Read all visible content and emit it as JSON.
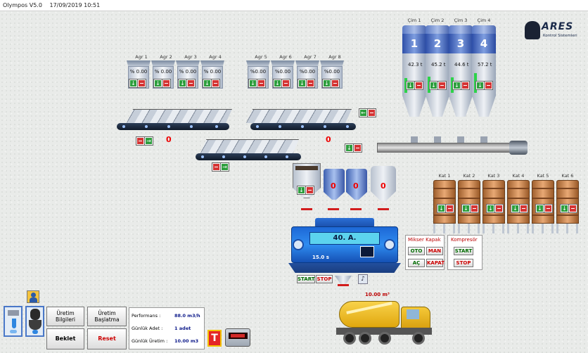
{
  "window": {
    "title": "Olympos V5.0",
    "datetime": "17/09/2019 10:51"
  },
  "brand": {
    "name": "ARES",
    "tagline": "Kontrol Sistemleri"
  },
  "aggregates_left": [
    {
      "name": "Agr 1",
      "percent": "% 0.00"
    },
    {
      "name": "Agr 2",
      "percent": "% 0.00"
    },
    {
      "name": "Agr 3",
      "percent": "% 0.00"
    },
    {
      "name": "Agr 4",
      "percent": "% 0.00"
    }
  ],
  "aggregates_right": [
    {
      "name": "Agr 5",
      "percent": "%0.00"
    },
    {
      "name": "Agr 6",
      "percent": "%0.00"
    },
    {
      "name": "Agr 7",
      "percent": "%0.00"
    },
    {
      "name": "Agr 8",
      "percent": "%0.00"
    }
  ],
  "cement_silos": [
    {
      "name": "Çim 1",
      "number": "1",
      "value": "42.3 t",
      "level": 0.42
    },
    {
      "name": "Çim 2",
      "number": "2",
      "value": "45.2 t",
      "level": 0.45
    },
    {
      "name": "Çim 3",
      "number": "3",
      "value": "44.6 t",
      "level": 0.44
    },
    {
      "name": "Çim 4",
      "number": "4",
      "value": "57.2 t",
      "level": 0.57
    }
  ],
  "additives": [
    "Kat 1",
    "Kat 2",
    "Kat 3",
    "Kat 4",
    "Kat 5",
    "Kat 6"
  ],
  "digits": {
    "conveyor": "0",
    "weigher": "0",
    "w1": "0",
    "w2": "0",
    "w3": "0"
  },
  "mixer": {
    "display": "40. A.",
    "time": "15.0 s",
    "start": "START",
    "stop": "STOP"
  },
  "mixer_cover": {
    "title": "Mikser Kapak",
    "oto": "OTO",
    "man": "MAN",
    "ac": "AÇ",
    "kapat": "KAPAT"
  },
  "compressor": {
    "title": "Kompresör",
    "start": "START",
    "stop": "STOP"
  },
  "truck": {
    "volume": "10.00 m³"
  },
  "bottom_buttons": {
    "uretim_bilgileri": "Üretim\nBilgileri",
    "uretim_baslatma": "Üretim\nBaşlatma",
    "beklet": "Beklet",
    "reset": "Reset",
    "t_button": "T"
  },
  "performance": {
    "rows": [
      {
        "label": "Performans :",
        "value": "88.0 m3/h"
      },
      {
        "label": "Günlük Adet :",
        "value": "1 adet"
      },
      {
        "label": "Günlük Üretim :",
        "value": "10.00 m3"
      }
    ]
  }
}
